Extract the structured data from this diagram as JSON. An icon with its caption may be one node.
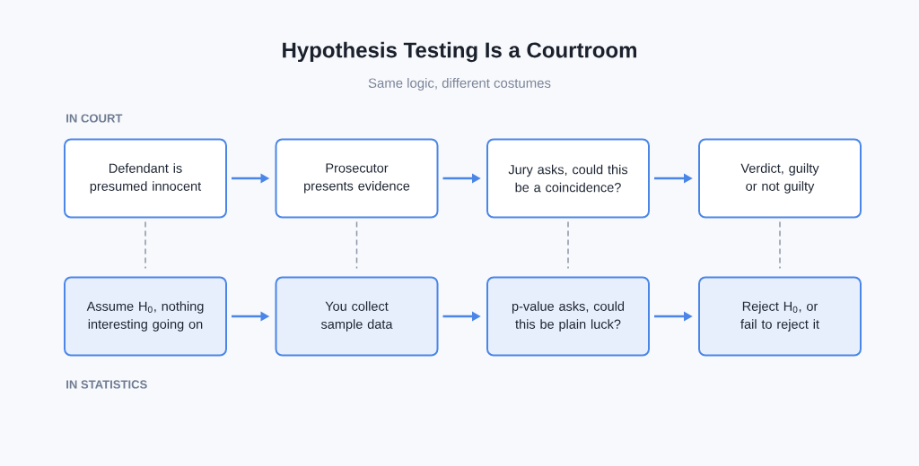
{
  "diagram": {
    "title": "Hypothesis Testing Is a Courtroom",
    "nodes": [
      {
        "text": [
          "Defendant is presumed innocent"
        ]
      },
      {
        "text": [
          "Prosecutor presents evidence"
        ]
      },
      {
        "text": [
          "Jury asks, could this be a coincidence?"
        ]
      },
      {
        "text": [
          "Verdict, guilty or not guilty"
        ]
      },
      {
        "text": [
          "Assume H$_{0}$, nothing interesting going on"
        ]
      },
      {
        "text": [
          "You collect sample data"
        ]
      },
      {
        "text": [
          "p-value asks, could this be plain luck?"
        ]
      },
      {
        "text": [
          "Reject H$_{0}$, or fail to reject it"
        ]
      }
    ],
    "edges": [
      {
        "from": 0,
        "to": 1,
        "arrow": "to"
      },
      {
        "from": 1,
        "to": 2,
        "arrow": "to"
      },
      {
        "from": 2,
        "to": 3,
        "arrow": "to"
      },
      {
        "from": 4,
        "to": 5,
        "arrow": "to"
      },
      {
        "from": 5,
        "to": 6,
        "arrow": "to"
      },
      {
        "from": 6,
        "to": 7,
        "arrow": "to"
      },
      {
        "from": 0,
        "to": 4,
        "arrow": "none",
        "style": "dashed",
        "color": "#8c95a6"
      },
      {
        "from": 1,
        "to": 5,
        "arrow": "none",
        "style": "dashed",
        "color": "#8c95a6"
      },
      {
        "from": 2,
        "to": 6,
        "arrow": "none",
        "style": "dashed",
        "color": "#8c95a6"
      },
      {
        "from": 3,
        "to": 7,
        "arrow": "none",
        "style": "dashed",
        "color": "#8c95a6"
      }
    ],
    "labels": [
      "Same logic, different costumes",
      "IN COURT",
      "IN STATISTICS"
    ]
  }
}
